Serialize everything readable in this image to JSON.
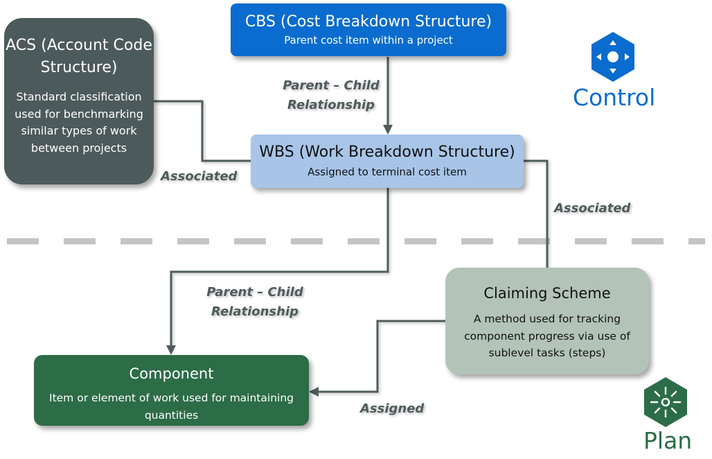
{
  "nodes": {
    "acs": {
      "title": "ACS (Account Code Structure)",
      "subtitle": "Standard classification used for benchmarking similar types of work between projects",
      "color": "#4d5a5b"
    },
    "cbs": {
      "title": "CBS (Cost Breakdown Structure)",
      "subtitle": "Parent cost item within a project",
      "color": "#0a6cce"
    },
    "wbs": {
      "title": "WBS (Work Breakdown Structure)",
      "subtitle": "Assigned to terminal cost item",
      "color": "#a8c5e8"
    },
    "claiming": {
      "title": "Claiming Scheme",
      "subtitle": "A method used for tracking component progress via use of sublevel tasks (steps)",
      "color": "#b3c3b8"
    },
    "component": {
      "title": "Component",
      "subtitle": "Item or element of work used for maintaining quantities",
      "color": "#2c6c47"
    }
  },
  "edges": [
    {
      "from": "cbs",
      "to": "wbs",
      "label": "Parent – Child Relationship",
      "arrow": true
    },
    {
      "from": "acs",
      "to": "wbs",
      "label": "Associated",
      "arrow": false
    },
    {
      "from": "wbs",
      "to": "claiming",
      "label": "Associated",
      "arrow": false
    },
    {
      "from": "wbs",
      "to": "component",
      "label": "Parent – Child Relationship",
      "arrow": true
    },
    {
      "from": "claiming",
      "to": "component",
      "label": "Assigned",
      "arrow": true
    }
  ],
  "badges": {
    "control": {
      "label": "Control",
      "icon": "navigation-pad-icon",
      "color": "#0a6cce"
    },
    "plan": {
      "label": "Plan",
      "icon": "compass-sunburst-icon",
      "color": "#2c6c47"
    }
  },
  "divider": {
    "style": "dashed",
    "color": "#c4c4c4"
  }
}
